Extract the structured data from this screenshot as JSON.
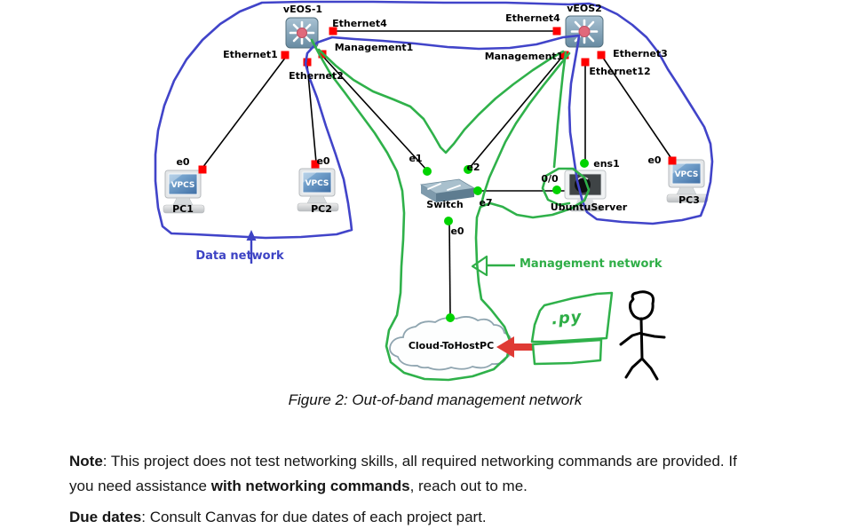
{
  "figure": {
    "caption": "Figure 2: Out-of-band management network",
    "devices": {
      "veos1": {
        "name": "vEOS-1"
      },
      "veos2": {
        "name": "vEOS2"
      },
      "pc1": {
        "name": "PC1",
        "screen": "VPCS"
      },
      "pc2": {
        "name": "PC2",
        "screen": "VPCS"
      },
      "pc3": {
        "name": "PC3",
        "screen": "VPCS"
      },
      "switch": {
        "name": "Switch"
      },
      "server": {
        "name": "UbuntuServer"
      },
      "cloud": {
        "name": "Cloud-ToHostPC"
      }
    },
    "ports": {
      "veos1_eth4": "Ethernet4",
      "veos1_eth1": "Ethernet1",
      "veos1_eth2": "Ethernet2",
      "veos1_mgmt1": "Management1",
      "veos2_eth4": "Ethernet4",
      "veos2_mgmt1": "Management1",
      "veos2_eth3": "Ethernet3",
      "veos2_eth12": "Ethernet12",
      "pc1_e0": "e0",
      "pc2_e0": "e0",
      "pc3_e0": "e0",
      "switch_e1": "e1",
      "switch_e2": "e2",
      "switch_e7": "e7",
      "switch_e0": "e0",
      "server_0_0": "0/0",
      "server_ens1": "ens1"
    },
    "annotations": {
      "data_network": "Data network",
      "management_network": "Management network",
      "py_doodle": ".py"
    },
    "colors": {
      "data_network": "#4144c9",
      "management_network": "#2fb14a",
      "port_active": "#00d300",
      "port_stopped": "#ff0000",
      "red_arrow": "#df3a34",
      "link": "#000000"
    }
  },
  "document": {
    "note": {
      "label": "Note",
      "line1": ": This project does not test networking skills, all required networking commands are provided. If",
      "line2_pre": "you need assistance ",
      "line2_bold": "with networking commands",
      "line2_post": ", reach out to me."
    },
    "due": {
      "label": "Due dates",
      "text": ": Consult Canvas for due dates of each project part."
    }
  }
}
